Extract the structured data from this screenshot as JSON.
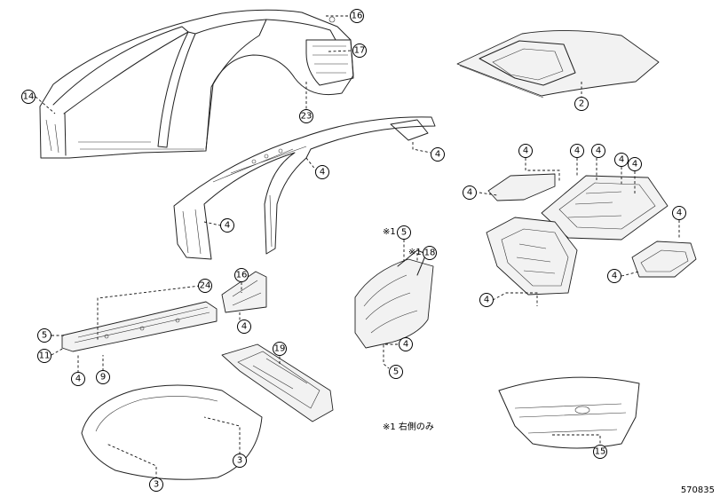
{
  "callouts": {
    "c14": "14",
    "c16a": "16",
    "c17": "17",
    "c23": "23",
    "c2": "2",
    "c4_pillar_front": "4",
    "c4_pillar_center": "4",
    "c4_pillar_top": "4",
    "c4_floor_a": "4",
    "c4_floor_b": "4",
    "c4_floor_c": "4",
    "c4_floor_d": "4",
    "c4_floor_e": "4",
    "c4_floor_side": "4",
    "c4_floor_right": "4",
    "c4_floor_bottom": "4",
    "c4_panel_right": "4",
    "c5_apron": "5",
    "c18": "18",
    "c4_apron": "4",
    "c5_apron_bottom": "5",
    "c16b": "16",
    "c4_small": "4",
    "c24": "24",
    "c5_rocker": "5",
    "c11": "11",
    "c4_rocker": "4",
    "c9": "9",
    "c19": "19",
    "c3_hood_a": "3",
    "c3_hood_b": "3",
    "c15": "15"
  },
  "marks": {
    "m5": "※1",
    "m18": "※1"
  },
  "note": "※1 右側のみ",
  "diagram_code": "570835"
}
